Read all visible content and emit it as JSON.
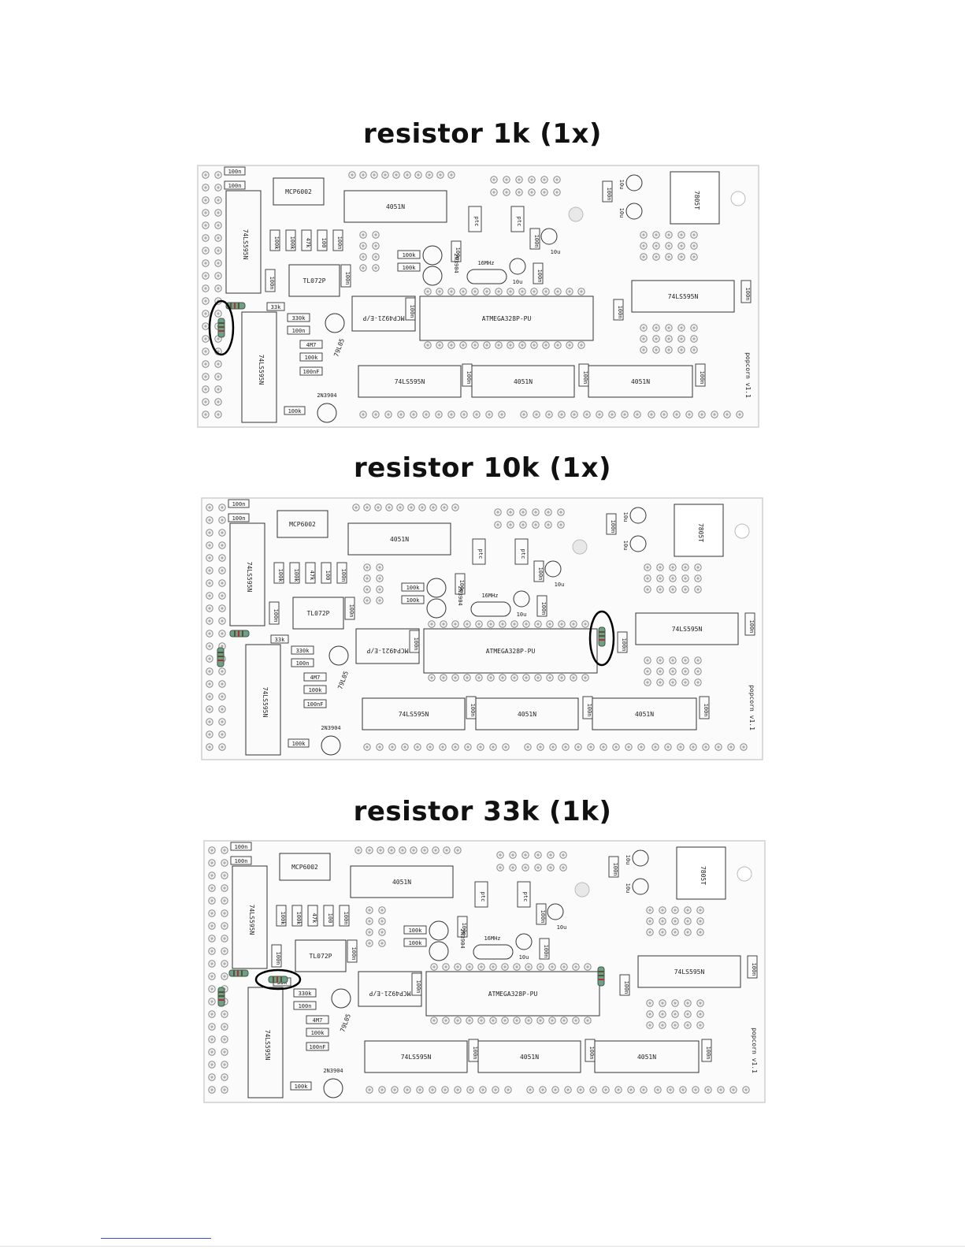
{
  "steps": [
    {
      "title": "resistor 1k  (1x)"
    },
    {
      "title": "resistor 10k  (1x)"
    },
    {
      "title": "resistor 33k  (1k)"
    }
  ],
  "board": {
    "name": "popcorn v1.1",
    "ic_labels": {
      "u_left_top": "74LS595N",
      "u_left_bottom": "74LS595N",
      "mcp6002": "MCP6002",
      "tl072": "TL072P",
      "mux_top": "4051N",
      "mcp4921": "MCP4921-E/P",
      "atmega": "ATMEGA328P-PU",
      "sr_right": "74LS595N",
      "sr_bottom": "74LS595N",
      "mux_mid": "4051N",
      "mux_right": "4051N",
      "regulator": "7805T"
    },
    "part_labels": {
      "c1": "100n",
      "c2": "100n",
      "c3": "100n",
      "c4": "100n",
      "c5": "100n",
      "r100k_a": "100k",
      "r100k_b": "100k",
      "r47k": "47k",
      "r100_a": "100",
      "r33k": "33k",
      "r330k": "330k",
      "r100n": "100n",
      "r4m7": "4M7",
      "r100k_c": "100k",
      "c100nf": "100nF",
      "r100k_d": "100k",
      "r100k_e": "100k",
      "r100k_f": "100k",
      "q1": "2N3904",
      "q2": "2N3904",
      "q3": "2N3904",
      "vr": "79L05",
      "xtal": "16MHz",
      "c10u_a": "10u",
      "c10u_b": "10u",
      "c10u_c": "10u",
      "c10u_d": "10u",
      "ptc_a": "ptc",
      "ptc_b": "ptc",
      "c100n_a": "100n",
      "c100n_b": "100n",
      "c100n_c": "100n",
      "c100n_d": "100n",
      "c100n_e": "100n",
      "c100n_f": "100n",
      "c100n_g": "100n"
    }
  }
}
